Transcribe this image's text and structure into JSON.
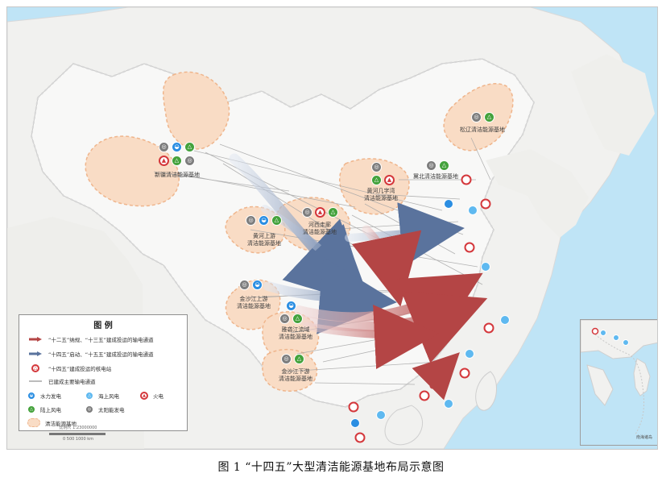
{
  "figure": {
    "caption": "图 1 “十四五”大型清洁能源基地布局示意图"
  },
  "bases": [
    {
      "id": "xinjiang",
      "label": "新疆清洁能源基地",
      "icons": [
        "solar",
        "hydro",
        "wind",
        "thermal",
        "wind",
        "solar"
      ]
    },
    {
      "id": "hexi",
      "label": "河西走廊\n清洁能源基地",
      "icons": [
        "solar",
        "thermal",
        "wind"
      ]
    },
    {
      "id": "huanghe-upper",
      "label": "黄河上游\n清洁能源基地",
      "icons": [
        "solar",
        "hydro",
        "wind"
      ]
    },
    {
      "id": "huanghe-ji",
      "label": "黄河几字湾\n清洁能源基地",
      "icons": [
        "solar",
        "wind",
        "thermal"
      ]
    },
    {
      "id": "jibei",
      "label": "冀北清洁能源基地",
      "icons": [
        "solar",
        "wind"
      ]
    },
    {
      "id": "songliao",
      "label": "松辽清洁能源基地",
      "icons": [
        "solar",
        "wind"
      ]
    },
    {
      "id": "jinsha-upper",
      "label": "金沙江上游\n清洁能源基地",
      "icons": [
        "solar",
        "hydro"
      ]
    },
    {
      "id": "yalong",
      "label": "雅砻江流域\n清洁能源基地",
      "icons": [
        "hydro",
        "solar",
        "wind"
      ]
    },
    {
      "id": "jinsha-lower",
      "label": "金沙江下游\n清洁能源基地",
      "icons": [
        "solar",
        "wind"
      ]
    }
  ],
  "legend": {
    "title": "图 例",
    "rows": [
      {
        "label": "“十二五”纳规、“十三五”建成投运的输电通道",
        "kind": "red-arrow"
      },
      {
        "label": "“十四五”启动、“十五五”建成投运的输电通道",
        "kind": "blue-arrow"
      },
      {
        "label": "“十四五”建成投运的核电站",
        "kind": "nuclear"
      },
      {
        "label": "已建成主要输电通道",
        "kind": "grey-line"
      }
    ],
    "items": [
      {
        "label": "水力发电",
        "kind": "hydro"
      },
      {
        "label": "海上风电",
        "kind": "offshore"
      },
      {
        "label": "火电",
        "kind": "thermal"
      },
      {
        "label": "陆上风电",
        "kind": "wind"
      },
      {
        "label": "太阳能发电",
        "kind": "solar"
      },
      {
        "label": "清洁能源基地",
        "kind": "base"
      }
    ]
  },
  "scale": {
    "ratio": "比例尺 1:23000000",
    "ticks": "0  500  1000 km"
  },
  "inset": {
    "label": "南海诸岛"
  },
  "colors": {
    "sea": "#bfe4f6",
    "land": "#f1f1ef",
    "china": "#f8f8f7",
    "base": "#f9dcc5",
    "base_stroke": "#efb58c",
    "red_arrow": "#b44545",
    "blue_arrow": "#5a739d",
    "grey_line": "#a6a6a6"
  }
}
